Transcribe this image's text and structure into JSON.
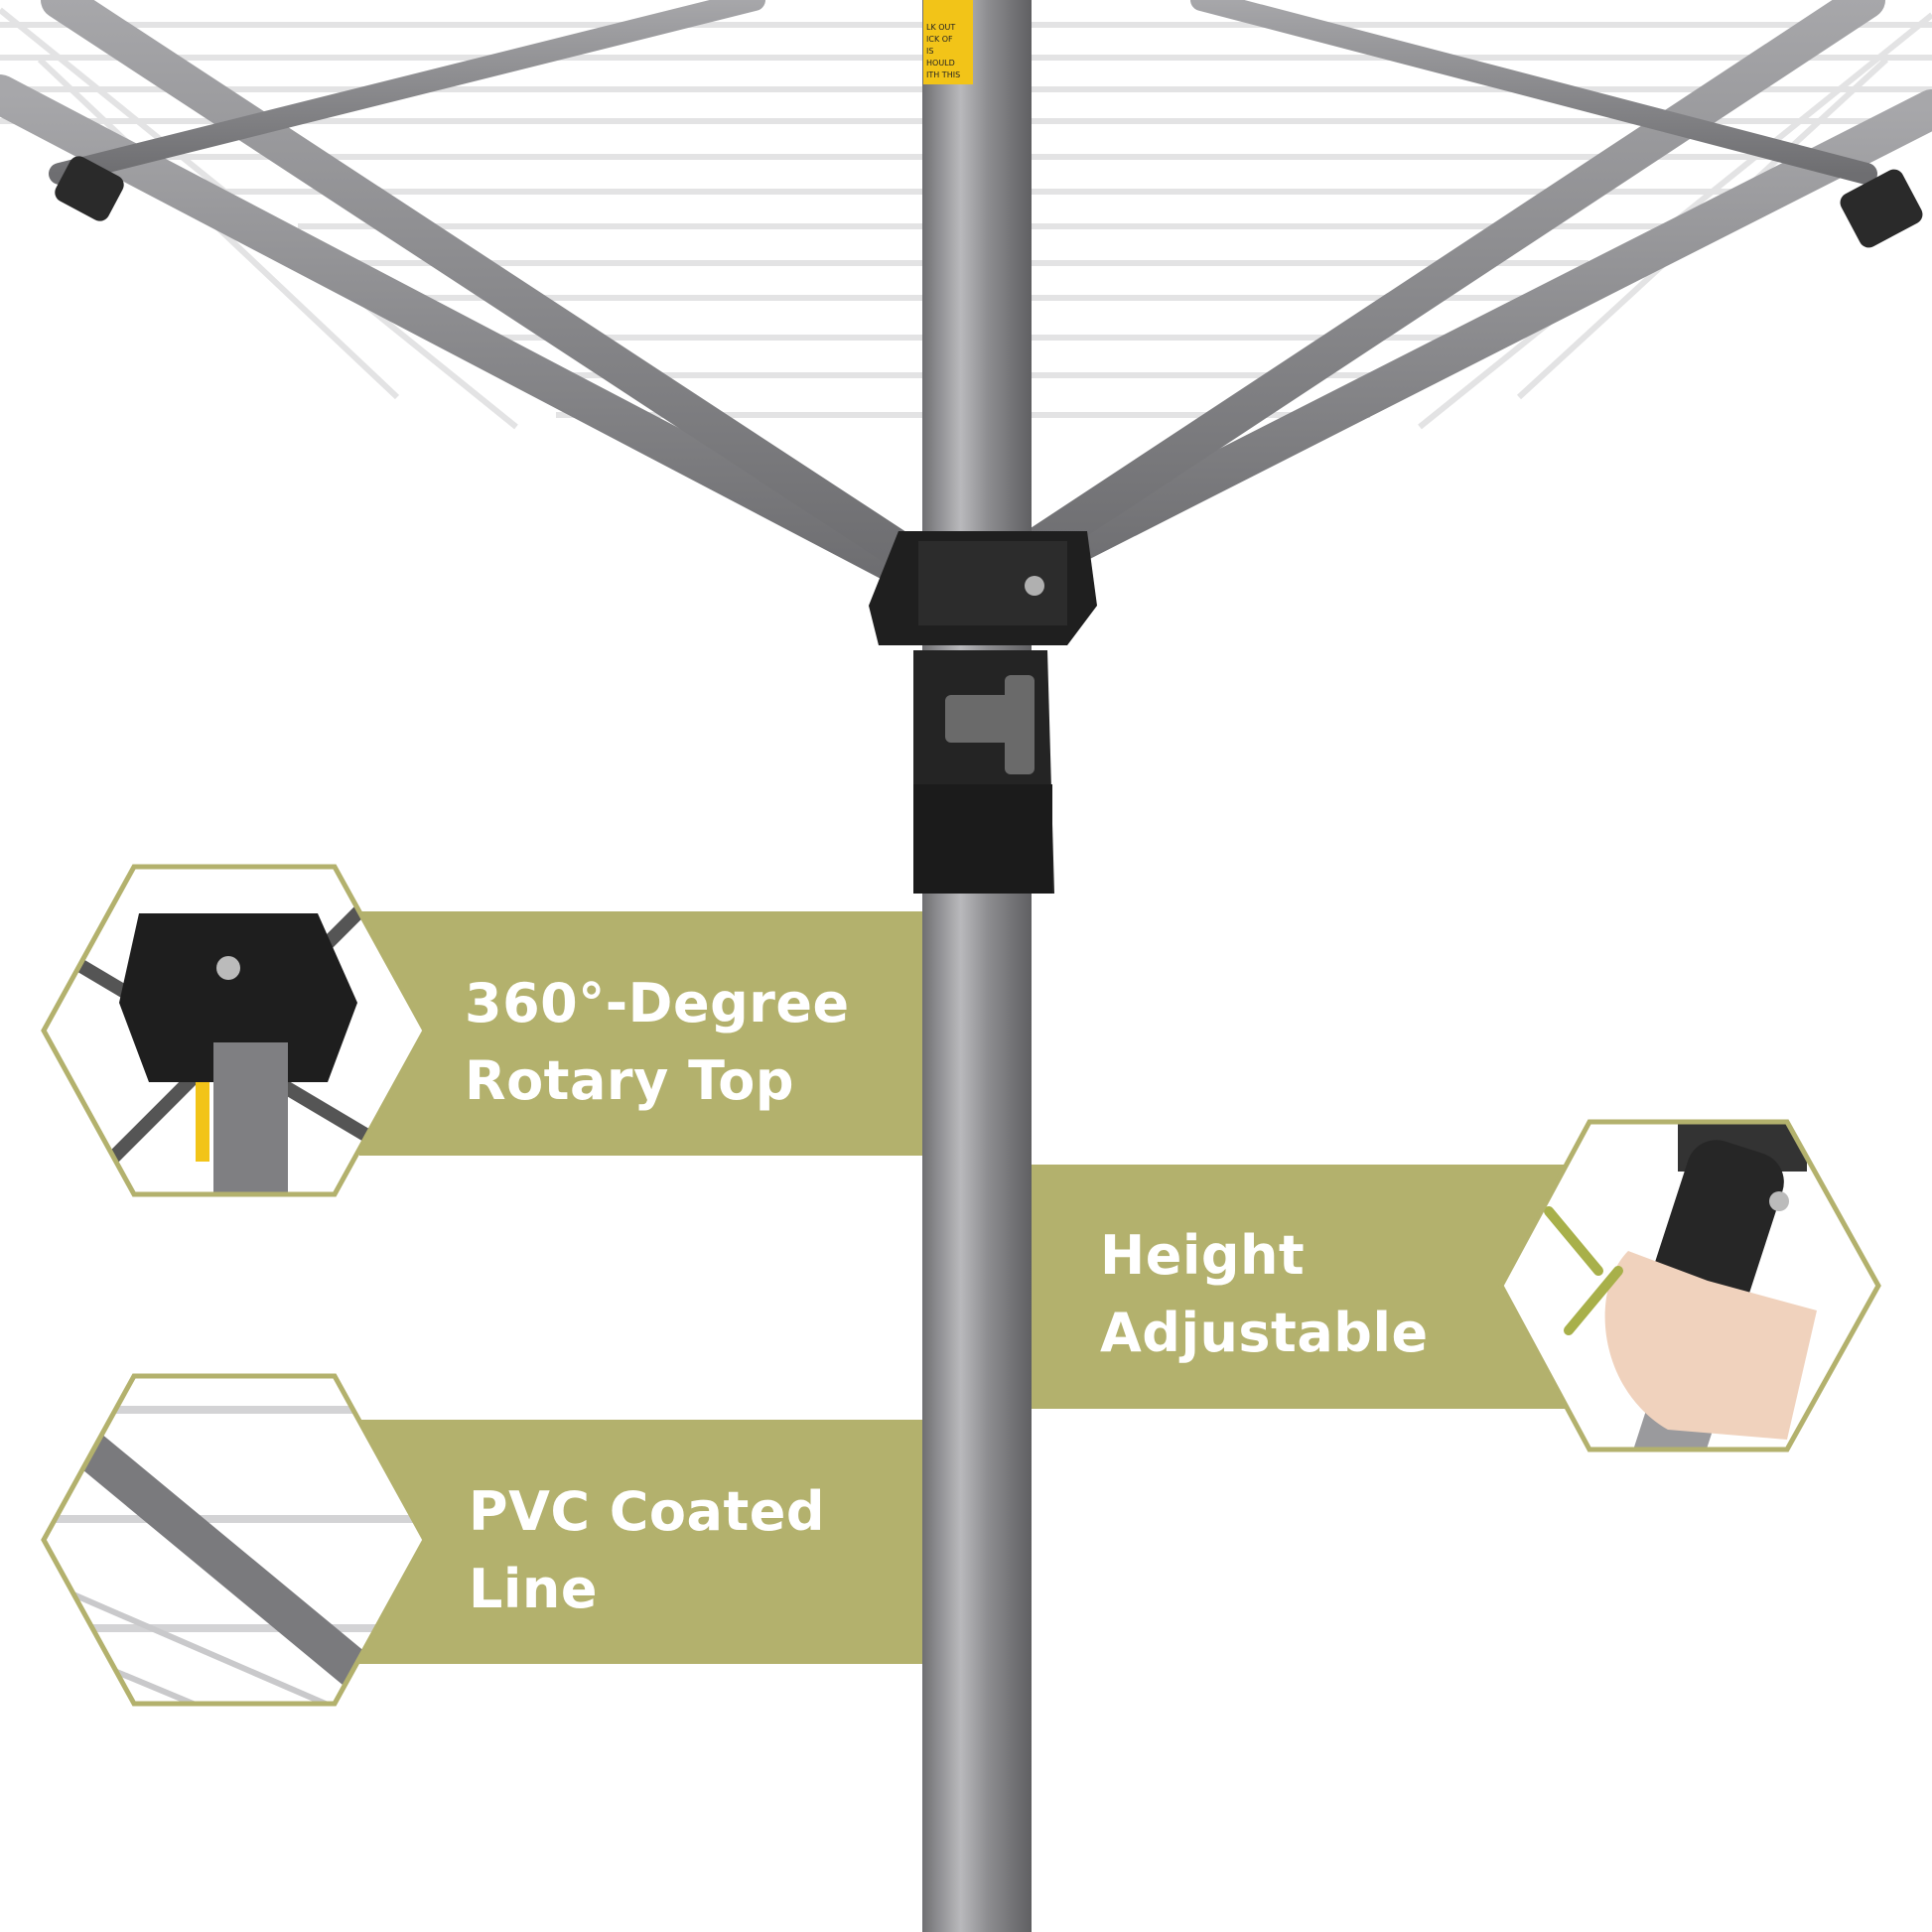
{
  "colors": {
    "banner": "#b3b16d",
    "hex_border": "#b3b16d",
    "pole": "#8a8a8d",
    "connector": "#1e1e1e",
    "line": "#e6e6e6",
    "label_text": "#ffffff"
  },
  "product_image": {
    "warning_sticker_text": [
      "LK OUT",
      "ICK OF",
      "IS",
      "HOULD",
      "ITH THIS"
    ]
  },
  "features": [
    {
      "lines": [
        "360°-Degree",
        "Rotary Top"
      ],
      "icon": "rotary-hub-closeup-icon"
    },
    {
      "lines": [
        "Height",
        "Adjustable"
      ],
      "icon": "hand-adjusting-pole-icon"
    },
    {
      "lines": [
        "PVC Coated",
        "Line"
      ],
      "icon": "coated-line-closeup-icon"
    }
  ]
}
